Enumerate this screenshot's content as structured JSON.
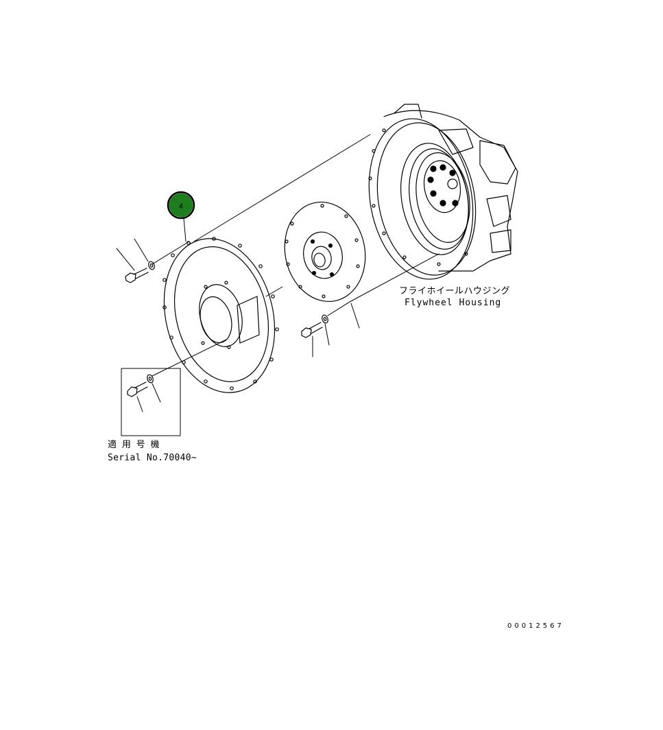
{
  "callout": {
    "number": "4",
    "color": "#1e7d1e"
  },
  "flywheel_housing": {
    "label_jp": "フライホイールハウジング",
    "label_en": "Flywheel Housing"
  },
  "serial": {
    "label_jp": "適 用 号 機",
    "label_en": "Serial No.70040~"
  },
  "drawing_number": "00012567"
}
